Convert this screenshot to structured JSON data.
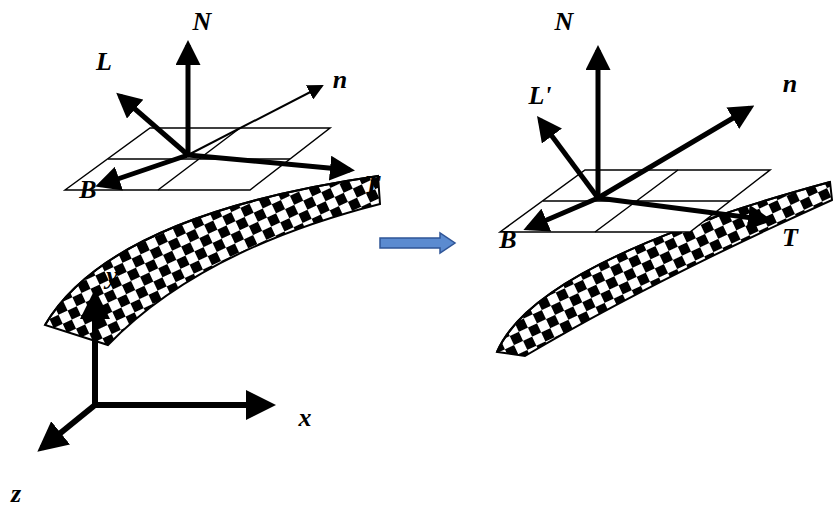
{
  "diagram": {
    "labels": [
      "N",
      "N",
      "L",
      "n",
      "L'",
      "n",
      "B",
      "T",
      "B",
      "T",
      "y",
      "x",
      "z"
    ]
  }
}
